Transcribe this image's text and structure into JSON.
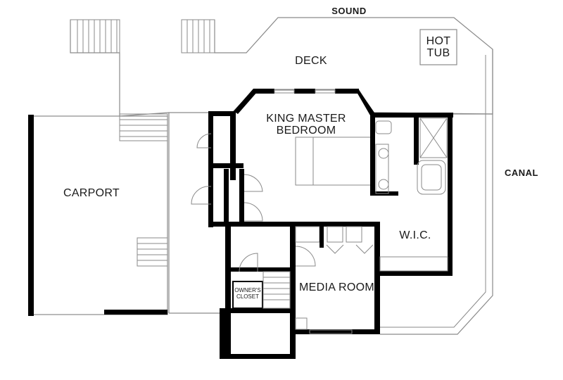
{
  "orientation": {
    "north": "SOUND",
    "east": "CANAL"
  },
  "rooms": {
    "deck": "DECK",
    "hot_tub_line1": "HOT",
    "hot_tub_line2": "TUB",
    "master_line1": "KING MASTER",
    "master_line2": "BEDROOM",
    "carport": "CARPORT",
    "wic": "W.I.C.",
    "media_room": "MEDIA ROOM",
    "owners_closet_line1": "OWNER'S",
    "owners_closet_line2": "CLOSET"
  },
  "colors": {
    "wall": "#000000",
    "line": "#8a8a8a",
    "background": "#ffffff"
  }
}
